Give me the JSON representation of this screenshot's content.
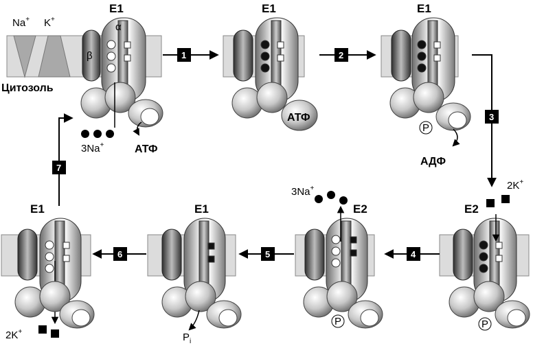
{
  "ion_labels": {
    "na": "Na",
    "k": "K",
    "plus": "+"
  },
  "cytosol": "Цитозоль",
  "subunit_alpha": "α",
  "subunit_beta": "β",
  "states": {
    "s1": "E1",
    "s2": "E1",
    "s3": "E1",
    "s4": "E2",
    "s5": "E2",
    "s6": "E1",
    "s7": "E1"
  },
  "steps": [
    "1",
    "2",
    "3",
    "4",
    "5",
    "6",
    "7"
  ],
  "labels": {
    "atp_in": "АТФ",
    "atp_bound": "АТФ",
    "adp": "АДФ",
    "na3_in": "3Na",
    "na3_out": "3Na",
    "k2_out": "2K",
    "k2_in": "2K",
    "pi": "P",
    "pi_sub": "i",
    "phos": "P",
    "plus": "+"
  }
}
